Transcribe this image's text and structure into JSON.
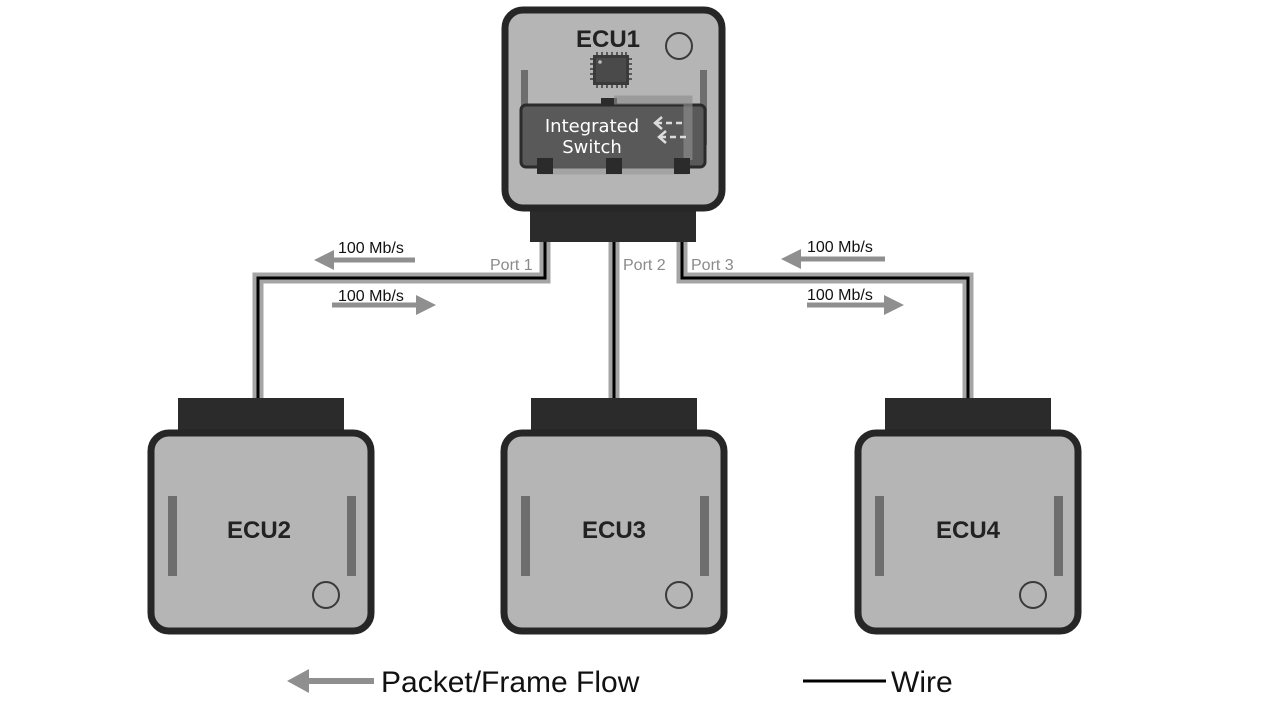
{
  "ecus": {
    "ecu1": "ECU1",
    "ecu2": "ECU2",
    "ecu3": "ECU3",
    "ecu4": "ECU4"
  },
  "switch": {
    "line1": "Integrated",
    "line2": "Switch"
  },
  "ports": {
    "port1": "Port 1",
    "port2": "Port 2",
    "port3": "Port 3"
  },
  "links": {
    "left_in": "100 Mb/s",
    "left_out": "100 Mb/s",
    "right_in": "100 Mb/s",
    "right_out": "100 Mb/s"
  },
  "legend": {
    "flow": "Packet/Frame Flow",
    "wire": "Wire"
  },
  "colors": {
    "ecu_body": "#b5b5b5",
    "ecu_border": "#262626",
    "switch_body": "#595959",
    "flow_arrow": "#8f8f8f",
    "wire": "#000000"
  }
}
